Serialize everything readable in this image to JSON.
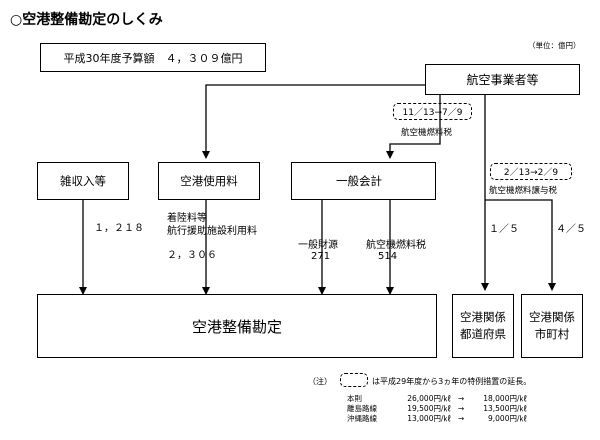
{
  "title": "○空港整備勘定のしくみ",
  "unit": "（単位：億円）",
  "budget": "平成30年度予算額　４，３０９億円",
  "airlines": "航空事業者等",
  "fuel_tax_period": "11／13→7／9",
  "fuel_tax_label": "航空機燃料税",
  "transfer_period": "2／13→2／9",
  "transfer_label": "航空機燃料譲与税",
  "misc_income": "雑収入等",
  "airport_fees": "空港使用料",
  "general_account": "一般会計",
  "misc_value": "１，２１８",
  "fees_detail": [
    "着陸料等",
    "航行援助施設利用料"
  ],
  "fees_value": "２，３０６",
  "general_fund_label": "一般財源",
  "general_fund_value": "271",
  "fuel_tax_value_label": "航空機燃料税",
  "fuel_tax_value": "514",
  "pref_share": "１／５",
  "muni_share": "４／５",
  "main_account": "空港整備勘定",
  "prefectures": [
    "空港関係",
    "都道府県"
  ],
  "municipalities": [
    "空港関係",
    "市町村"
  ],
  "note_prefix": "（注）",
  "note_text": "は平成29年度から3ヵ年の特例措置の延長。",
  "rates": [
    {
      "name": "本則",
      "from": "26,000円/㎘",
      "arrow": "→",
      "to": "18,000円/㎘"
    },
    {
      "name": "離島路線",
      "from": "19,500円/㎘",
      "arrow": "→",
      "to": "13,500円/㎘"
    },
    {
      "name": "沖縄路線",
      "from": "13,000円/㎘",
      "arrow": "→",
      "to": "9,000円/㎘"
    }
  ]
}
